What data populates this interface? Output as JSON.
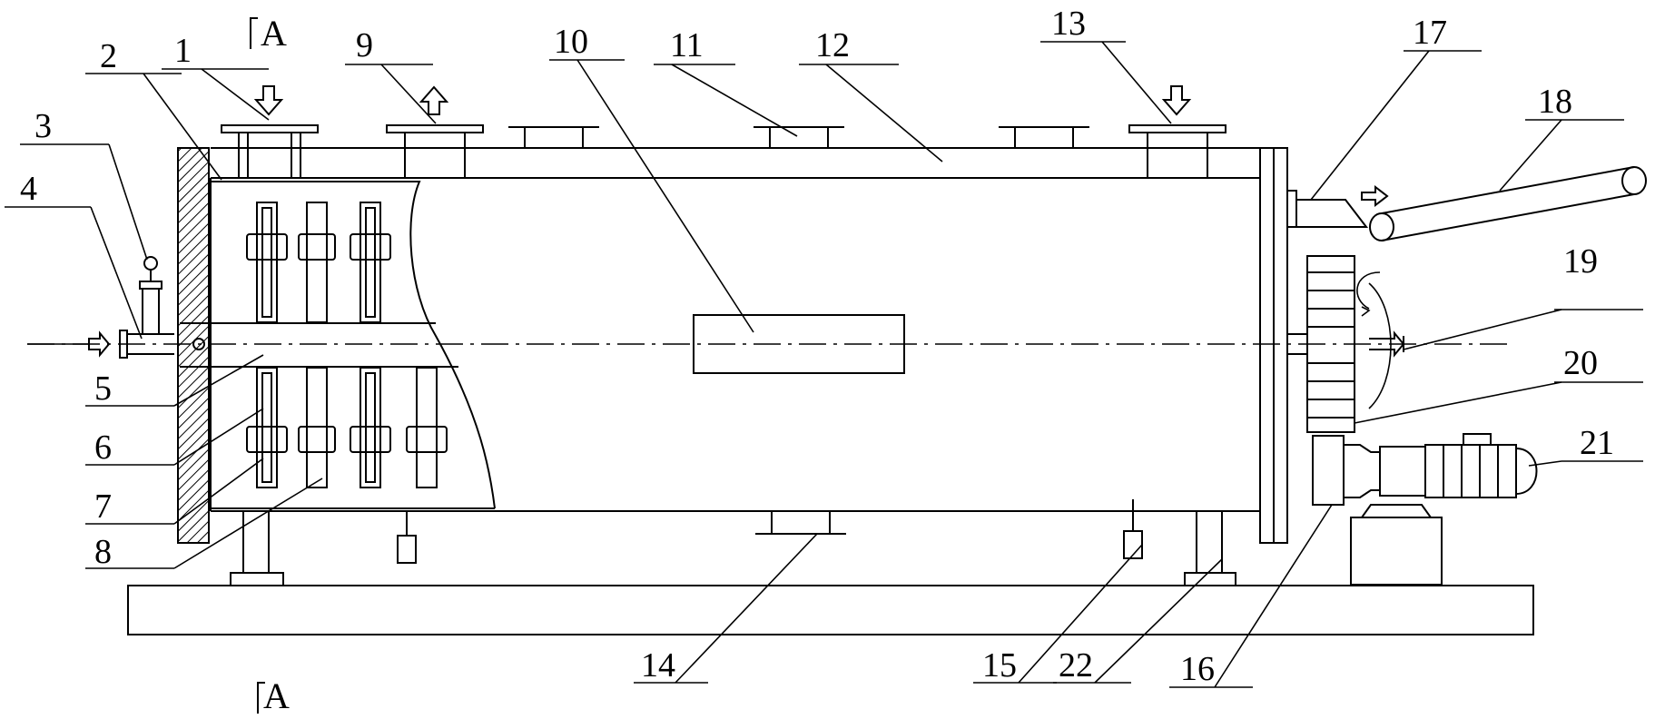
{
  "section_marks": {
    "top": "A",
    "bottom": "A"
  },
  "part_labels": [
    "1",
    "2",
    "3",
    "4",
    "5",
    "6",
    "7",
    "8",
    "9",
    "10",
    "11",
    "12",
    "13",
    "14",
    "15",
    "16",
    "17",
    "18",
    "19",
    "20",
    "21",
    "22"
  ]
}
